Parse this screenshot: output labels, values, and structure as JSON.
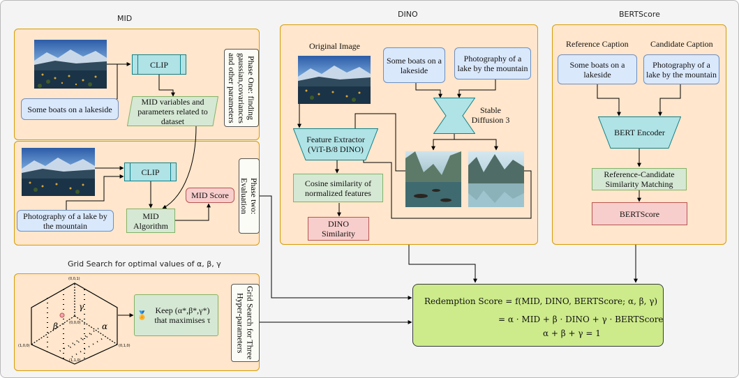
{
  "sections": {
    "mid": "MID",
    "dino": "DINO",
    "bertscore": "BERTScore",
    "grid_search": "Grid Search for optimal values of α, β, γ"
  },
  "mid": {
    "phase1": {
      "caption": "Some boats on a lakeside",
      "clip": "CLIP",
      "variables": "MID variables and parameters related to dataset",
      "phase_label": "Phase One: finding gaussian,covariances and other parameters"
    },
    "phase2": {
      "caption": "Photography of a lake by the mountain",
      "clip": "CLIP",
      "algorithm": "MID Algorithm",
      "score": "MID Score",
      "phase_label": "Phase two: Evaluation"
    }
  },
  "dino": {
    "original_image": "Original Image",
    "caption1": "Some boats on a lakeside",
    "caption2": "Photography of a lake by the mountain",
    "diffusion": "Stable Diffusion 3",
    "feature_extractor": "Feature Extractor (ViT-B/8 DINO)",
    "cosine": "Cosine similarity of normalized features",
    "similarity": "DINO Similarity"
  },
  "bert": {
    "reference_caption_label": "Reference Caption",
    "candidate_caption_label": "Candidate Caption",
    "reference_caption": "Some boats on a lakeside",
    "candidate_caption": "Photography of a lake by the mountain",
    "encoder": "BERT Encoder",
    "matching": "Reference-Candidate Similarity Matching",
    "score": "BERTScore"
  },
  "grid": {
    "keep_icon": "🏅",
    "keep": "Keep (α*,β*,γ*) that maximises τ",
    "vertical_label": "Grid Search for Three Hyper-parameters",
    "corner_top": "(0,0,1)",
    "corner_left": "(1,0,0)",
    "corner_right": "(0,1,0)",
    "corner_bottom": "(1,1,0)",
    "center": "(0,0,0)",
    "alpha": "α",
    "beta": "β",
    "gamma": "γ"
  },
  "final": {
    "line1": "Redemption Score = f(MID, DINO, BERTScore; α, β, γ)",
    "line2": "= α · MID + β · DINO + γ · BERTScore",
    "line3": "α + β + γ = 1"
  },
  "colors": {
    "panel_fill": "#ffe6cc",
    "panel_border": "#d79b00",
    "caption_fill": "#dae8fc",
    "process_fill": "#d5e8d4",
    "score_fill": "#f8cecc",
    "clip_fill": "#b0e3e6",
    "final_fill": "#cdeb8b"
  }
}
